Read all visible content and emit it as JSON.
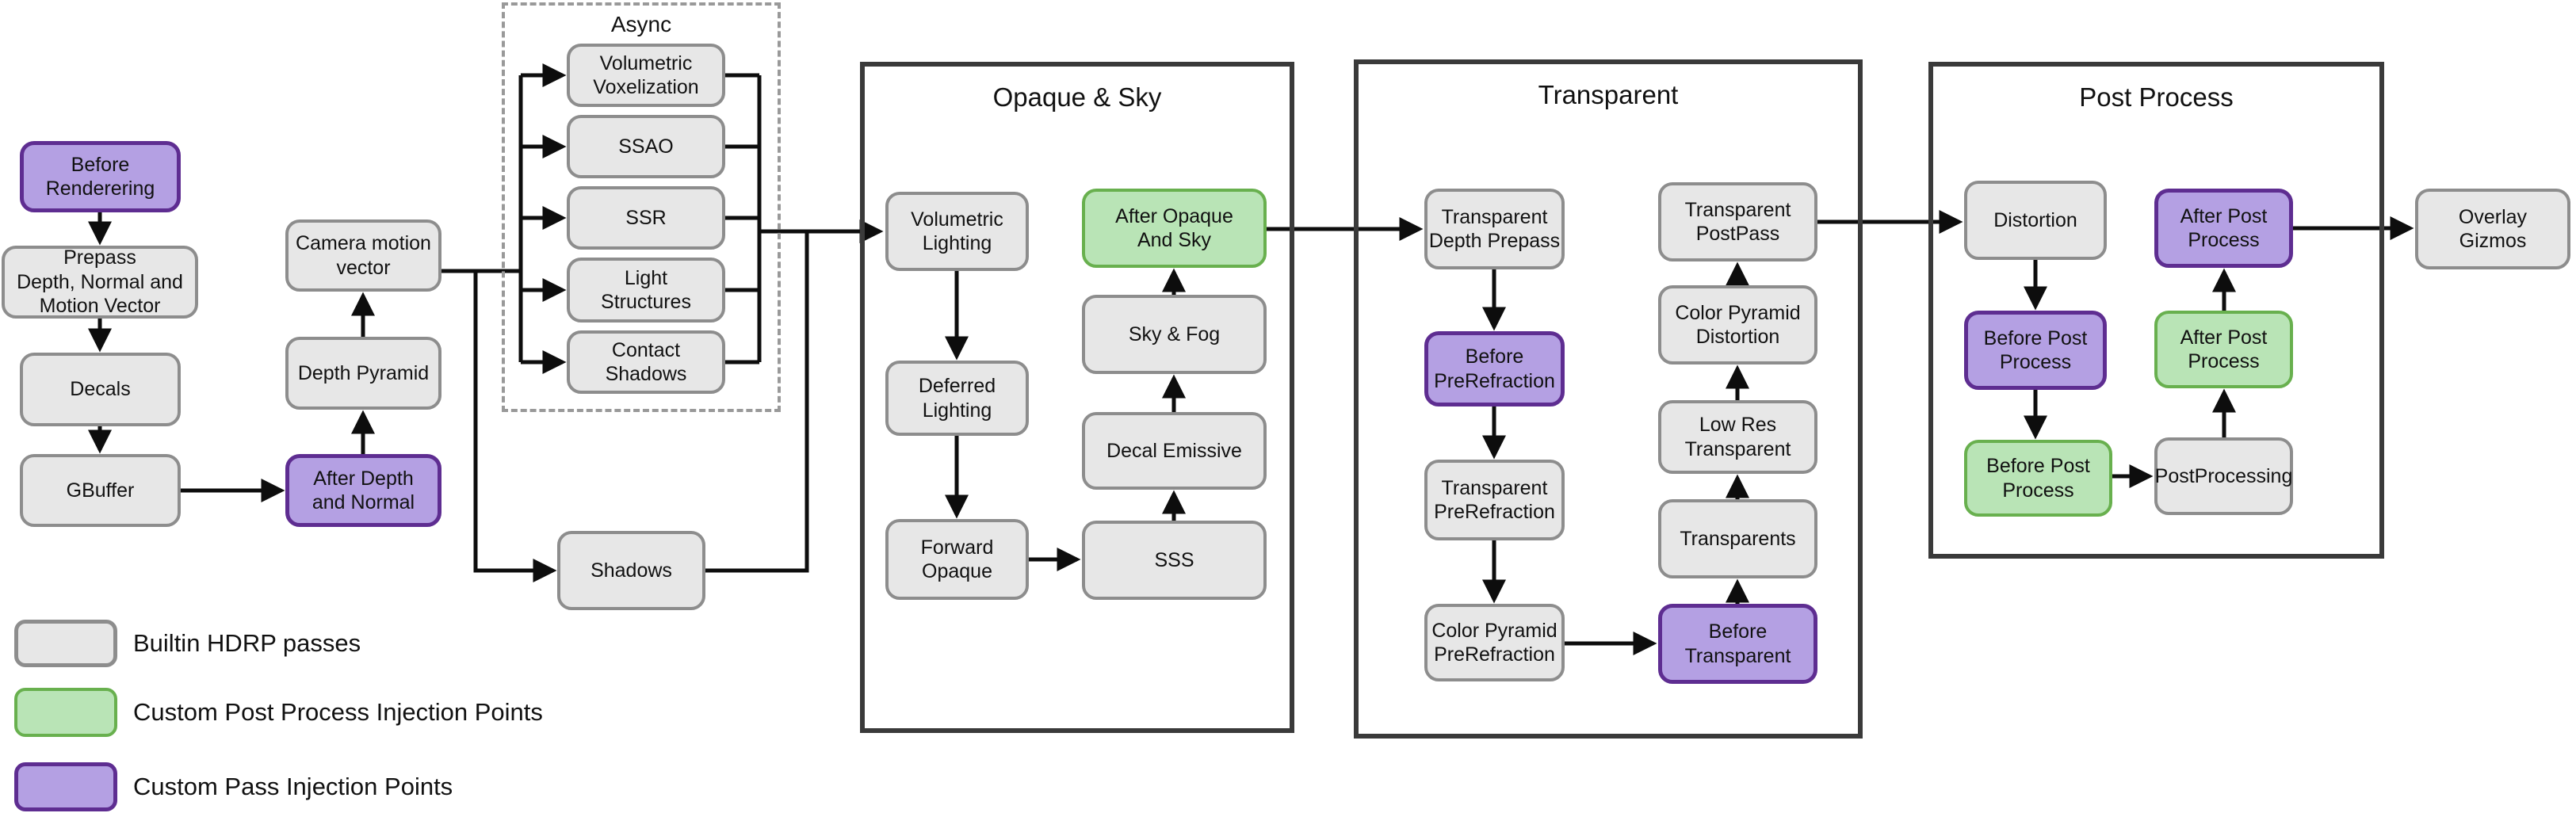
{
  "diagram": {
    "sections": {
      "async": {
        "title": "Async"
      },
      "opaque_sky": {
        "title": "Opaque & Sky"
      },
      "transparent": {
        "title": "Transparent"
      },
      "post_process": {
        "title": "Post Process"
      }
    },
    "nodes": [
      {
        "id": "before-rendering",
        "label": "Before\nRenderering",
        "type": "custom-pass"
      },
      {
        "id": "prepass",
        "label": "Prepass\nDepth, Normal and\nMotion Vector",
        "type": "builtin"
      },
      {
        "id": "decals",
        "label": "Decals",
        "type": "builtin"
      },
      {
        "id": "gbuffer",
        "label": "GBuffer",
        "type": "builtin"
      },
      {
        "id": "camera-motion-vector",
        "label": "Camera motion\nvector",
        "type": "builtin"
      },
      {
        "id": "depth-pyramid",
        "label": "Depth Pyramid",
        "type": "builtin"
      },
      {
        "id": "after-depth-and-normal",
        "label": "After Depth\nand Normal",
        "type": "custom-pass"
      },
      {
        "id": "volumetric-voxelization",
        "label": "Volumetric\nVoxelization",
        "type": "builtin"
      },
      {
        "id": "ssao",
        "label": "SSAO",
        "type": "builtin"
      },
      {
        "id": "ssr",
        "label": "SSR",
        "type": "builtin"
      },
      {
        "id": "light-structures",
        "label": "Light\nStructures",
        "type": "builtin"
      },
      {
        "id": "contact-shadows",
        "label": "Contact\nShadows",
        "type": "builtin"
      },
      {
        "id": "shadows",
        "label": "Shadows",
        "type": "builtin"
      },
      {
        "id": "volumetric-lighting",
        "label": "Volumetric\nLighting",
        "type": "builtin"
      },
      {
        "id": "deferred-lighting",
        "label": "Deferred\nLighting",
        "type": "builtin"
      },
      {
        "id": "forward-opaque",
        "label": "Forward\nOpaque",
        "type": "builtin"
      },
      {
        "id": "sss",
        "label": "SSS",
        "type": "builtin"
      },
      {
        "id": "decal-emissive",
        "label": "Decal Emissive",
        "type": "builtin"
      },
      {
        "id": "sky-and-fog",
        "label": "Sky & Fog",
        "type": "builtin"
      },
      {
        "id": "after-opaque-and-sky",
        "label": "After Opaque\nAnd Sky",
        "type": "custom-pp"
      },
      {
        "id": "transparent-depth-prepass",
        "label": "Transparent\nDepth Prepass",
        "type": "builtin"
      },
      {
        "id": "before-prerefraction",
        "label": "Before\nPreRefraction",
        "type": "custom-pass"
      },
      {
        "id": "transparent-prerefraction",
        "label": "Transparent\nPreRefraction",
        "type": "builtin"
      },
      {
        "id": "color-pyramid-prerefraction",
        "label": "Color Pyramid\nPreRefraction",
        "type": "builtin"
      },
      {
        "id": "before-transparent",
        "label": "Before\nTransparent",
        "type": "custom-pass"
      },
      {
        "id": "transparents",
        "label": "Transparents",
        "type": "builtin"
      },
      {
        "id": "low-res-transparent",
        "label": "Low Res\nTransparent",
        "type": "builtin"
      },
      {
        "id": "color-pyramid-distortion",
        "label": "Color Pyramid\nDistortion",
        "type": "builtin"
      },
      {
        "id": "transparent-postpass",
        "label": "Transparent\nPostPass",
        "type": "builtin"
      },
      {
        "id": "distortion",
        "label": "Distortion",
        "type": "builtin"
      },
      {
        "id": "before-post-process-custom-pass",
        "label": "Before Post\nProcess",
        "type": "custom-pass"
      },
      {
        "id": "before-post-process-custom-pp",
        "label": "Before Post\nProcess",
        "type": "custom-pp"
      },
      {
        "id": "postprocessing",
        "label": "PostProcessing",
        "type": "builtin"
      },
      {
        "id": "after-post-process-custom-pp",
        "label": "After Post\nProcess",
        "type": "custom-pp"
      },
      {
        "id": "after-post-process-custom-pass",
        "label": "After Post\nProcess",
        "type": "custom-pass"
      },
      {
        "id": "overlay-gizmos",
        "label": "Overlay\nGizmos",
        "type": "builtin"
      }
    ],
    "legend": {
      "items": [
        {
          "label": "Builtin HDRP passes",
          "type": "builtin"
        },
        {
          "label": "Custom Post Process Injection Points",
          "type": "custom-pp"
        },
        {
          "label": "Custom Pass Injection Points",
          "type": "custom-pass"
        }
      ]
    },
    "colors": {
      "builtin_fill": "#e7e7e7",
      "builtin_border": "#8d8d8d",
      "custom_post_process_fill": "#b9e4b6",
      "custom_post_process_border": "#68b04e",
      "custom_pass_fill": "#b4a0e3",
      "custom_pass_border": "#5e2d91",
      "section_border": "#3a3a3a",
      "connector": "#0d0d0d"
    }
  }
}
